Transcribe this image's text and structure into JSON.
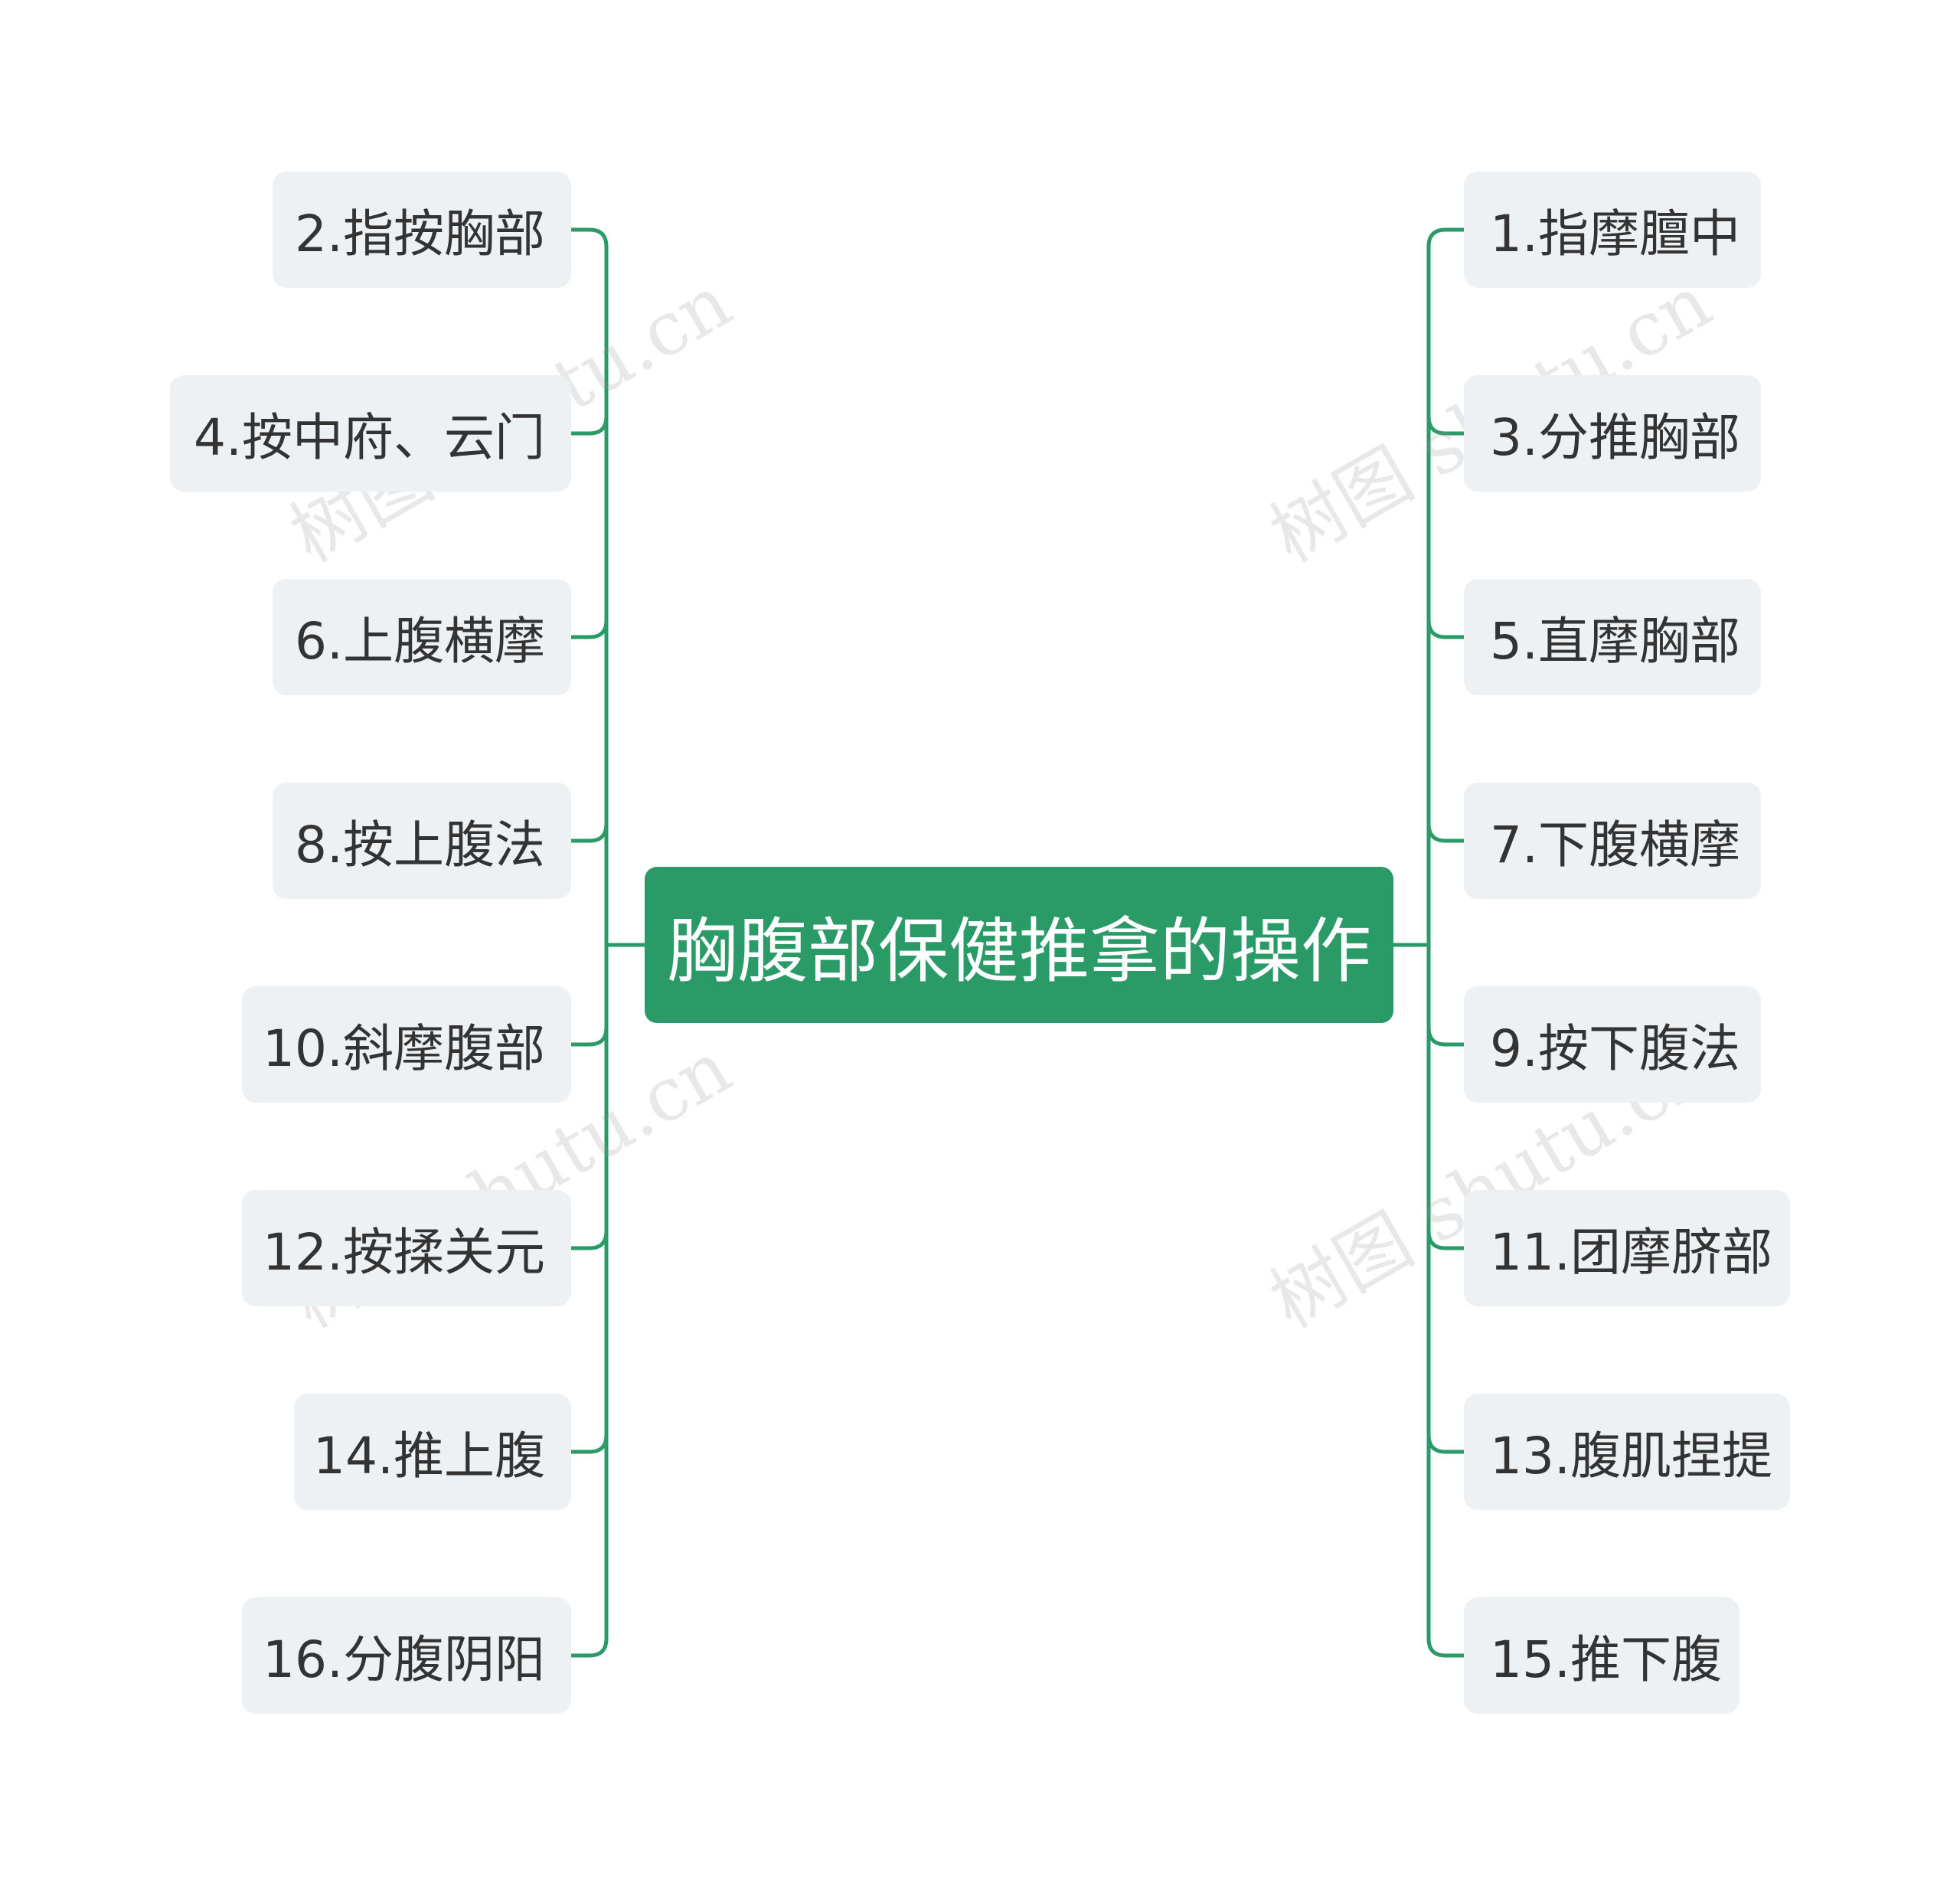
{
  "colors": {
    "branch": "#2a9a67",
    "central_bg": "#2a9a67",
    "central_text": "#ffffff",
    "node_bg": "#eef1f4",
    "node_text": "#333333"
  },
  "central": {
    "label": "胸腹部保健推拿的操作"
  },
  "left_topics": [
    {
      "label": "2.指按胸部"
    },
    {
      "label": "4.按中府、云门"
    },
    {
      "label": "6.上腹横摩"
    },
    {
      "label": "8.按上腹法"
    },
    {
      "label": "10.斜摩腹部"
    },
    {
      "label": "12.按揉关元"
    },
    {
      "label": "14.推上腹"
    },
    {
      "label": "16.分腹阴阳"
    }
  ],
  "right_topics": [
    {
      "label": "1.指摩膻中"
    },
    {
      "label": "3.分推胸部"
    },
    {
      "label": "5.直摩胸部"
    },
    {
      "label": "7.下腹横摩"
    },
    {
      "label": "9.按下腹法"
    },
    {
      "label": "11.团摩脐部"
    },
    {
      "label": "13.腹肌捏提"
    },
    {
      "label": "15.推下腹"
    }
  ],
  "watermark": {
    "text": "树图 shutu.cn"
  }
}
